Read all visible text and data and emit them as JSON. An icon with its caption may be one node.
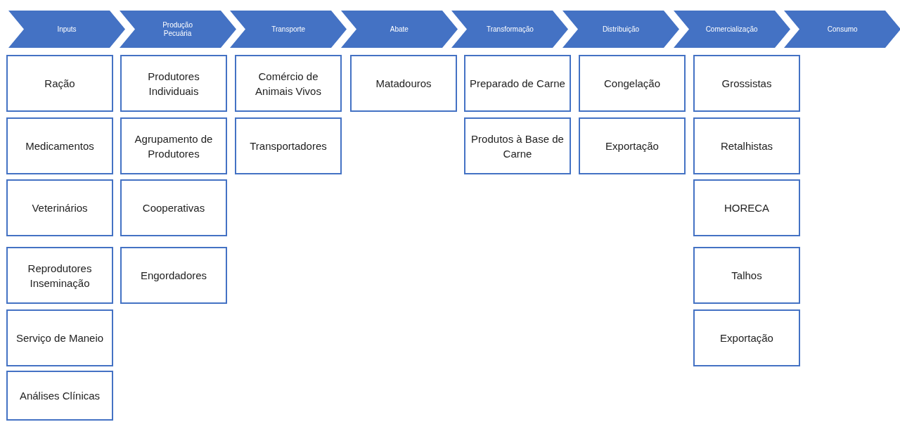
{
  "diagram": {
    "nodes": [
      {
        "text": [
          "Inputs"
        ]
      },
      {
        "text": [
          "Produção Pecuária"
        ]
      },
      {
        "text": [
          "Transporte"
        ]
      },
      {
        "text": [
          "Abate"
        ]
      },
      {
        "text": [
          "Transformação"
        ]
      },
      {
        "text": [
          "Distribuição"
        ]
      },
      {
        "text": [
          "Comercialização"
        ]
      },
      {
        "text": [
          "Consumo"
        ]
      },
      {
        "text": [
          "Ração"
        ]
      },
      {
        "text": [
          "Medicamentos"
        ]
      },
      {
        "text": [
          "Veterinários"
        ]
      },
      {
        "text": [
          "Reprodutores Inseminação"
        ]
      },
      {
        "text": [
          "Serviço de Maneio"
        ]
      },
      {
        "text": [
          "Análises Clínicas"
        ]
      },
      {
        "text": [
          "Produtores Individuais"
        ]
      },
      {
        "text": [
          "Agrupamento de Produtores"
        ]
      },
      {
        "text": [
          "Cooperativas"
        ]
      },
      {
        "text": [
          "Engordadores"
        ]
      },
      {
        "text": [
          "Comércio de Animais Vivos"
        ]
      },
      {
        "text": [
          "Transportadores"
        ]
      },
      {
        "text": [
          "Matadouros"
        ]
      },
      {
        "text": [
          "Preparado de Carne"
        ]
      },
      {
        "text": [
          "Produtos à Base de Carne"
        ]
      },
      {
        "text": [
          "Congelação"
        ]
      },
      {
        "text": [
          "Exportação"
        ]
      },
      {
        "text": [
          "Grossistas"
        ]
      },
      {
        "text": [
          "Retalhistas"
        ]
      },
      {
        "text": [
          "HORECA"
        ]
      },
      {
        "text": [
          "Talhos"
        ]
      },
      {
        "text": [
          "Exportação"
        ]
      }
    ]
  }
}
